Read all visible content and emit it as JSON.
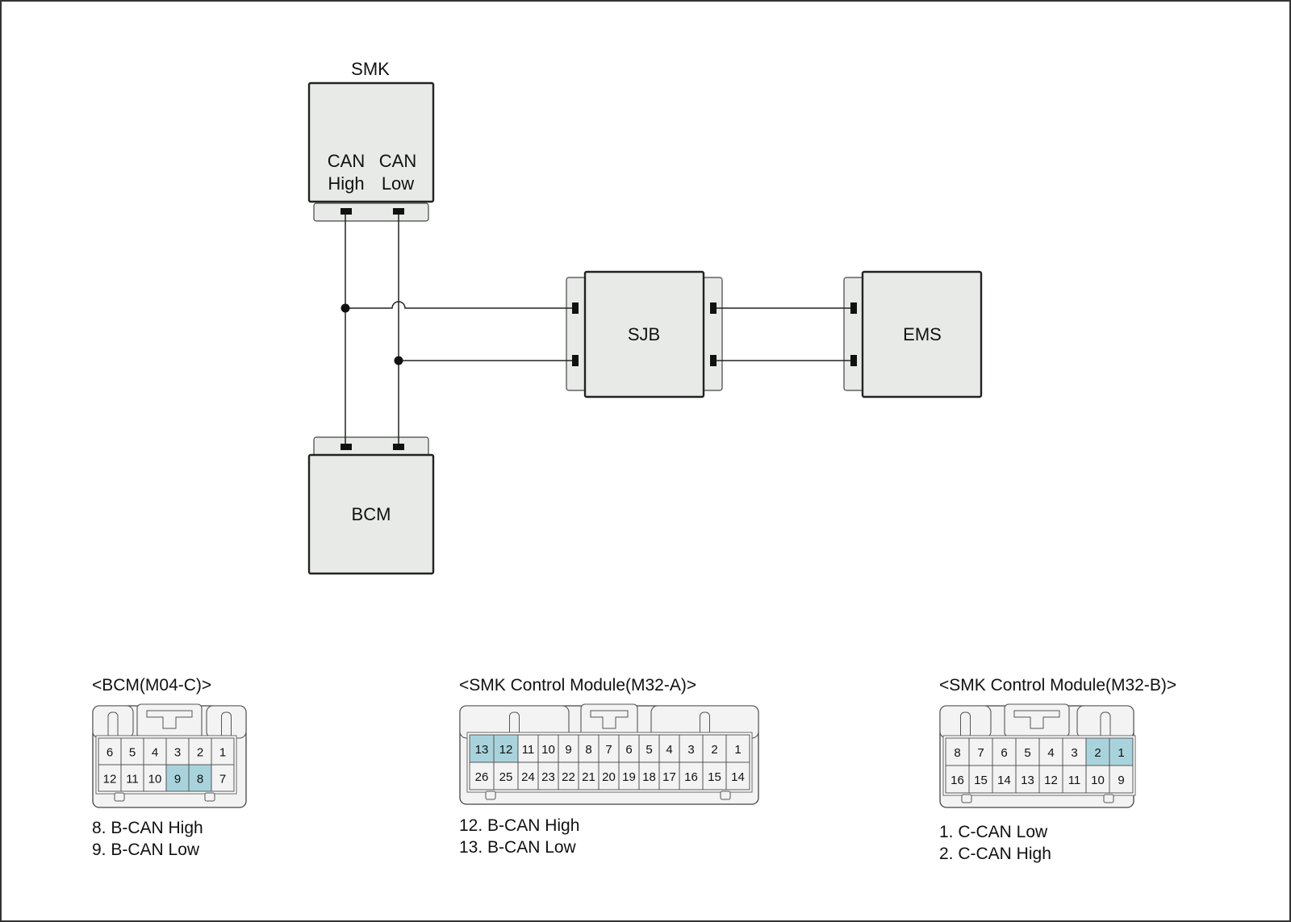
{
  "modules": {
    "smk": {
      "name": "SMK",
      "pin_high": [
        "CAN",
        "High"
      ],
      "pin_low": [
        "CAN",
        "Low"
      ]
    },
    "sjb": {
      "name": "SJB"
    },
    "ems": {
      "name": "EMS"
    },
    "bcm": {
      "name": "BCM"
    }
  },
  "connectors": [
    {
      "title": "<BCM(M04-C)>",
      "pins_top": [
        "6",
        "5",
        "4",
        "3",
        "2",
        "1"
      ],
      "pins_bottom": [
        "12",
        "11",
        "10",
        "9",
        "8",
        "7"
      ],
      "highlighted": [
        "9",
        "8"
      ],
      "descriptions": [
        "8. B-CAN High",
        "9. B-CAN Low"
      ]
    },
    {
      "title": "<SMK Control Module(M32-A)>",
      "pins_top": [
        "13",
        "12",
        "11",
        "10",
        "9",
        "8",
        "7",
        "6",
        "5",
        "4",
        "3",
        "2",
        "1"
      ],
      "pins_bottom": [
        "26",
        "25",
        "24",
        "23",
        "22",
        "21",
        "20",
        "19",
        "18",
        "17",
        "16",
        "15",
        "14"
      ],
      "highlighted": [
        "13",
        "12"
      ],
      "descriptions": [
        "12. B-CAN High",
        "13. B-CAN Low"
      ]
    },
    {
      "title": "<SMK Control Module(M32-B)>",
      "pins_top": [
        "8",
        "7",
        "6",
        "5",
        "4",
        "3",
        "2",
        "1"
      ],
      "pins_bottom": [
        "16",
        "15",
        "14",
        "13",
        "12",
        "11",
        "10",
        "9"
      ],
      "highlighted": [
        "2",
        "1"
      ],
      "descriptions": [
        "1. C-CAN Low",
        "2. C-CAN High"
      ]
    }
  ],
  "colors": {
    "module_fill": "#e8eae8",
    "cavity_fill": "#f2f3f2",
    "highlight": "#a9d3dc",
    "line": "#222222"
  }
}
